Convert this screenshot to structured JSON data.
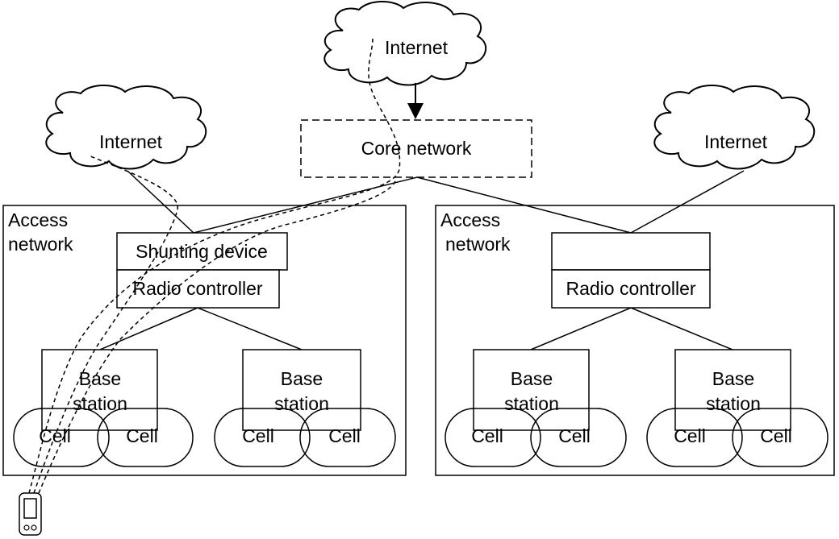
{
  "clouds": {
    "top": "Internet",
    "left": "Internet",
    "right": "Internet"
  },
  "core_network": "Core network",
  "access_networks": [
    {
      "label_line1": "Access",
      "label_line2": "network",
      "shunting_device": "Shunting device",
      "radio_controller": "Radio controller",
      "base_stations": [
        {
          "line1": "Base",
          "line2": "station",
          "cells": [
            "Cell",
            "Cell"
          ]
        },
        {
          "line1": "Base",
          "line2": "station",
          "cells": [
            "Cell",
            "Cell"
          ]
        }
      ]
    },
    {
      "label_line1": "Access",
      "label_line2": "network",
      "shunting_device": "",
      "radio_controller": "Radio controller",
      "base_stations": [
        {
          "line1": "Base",
          "line2": "station",
          "cells": [
            "Cell",
            "Cell"
          ]
        },
        {
          "line1": "Base",
          "line2": "station",
          "cells": [
            "Cell",
            "Cell"
          ]
        }
      ]
    }
  ]
}
